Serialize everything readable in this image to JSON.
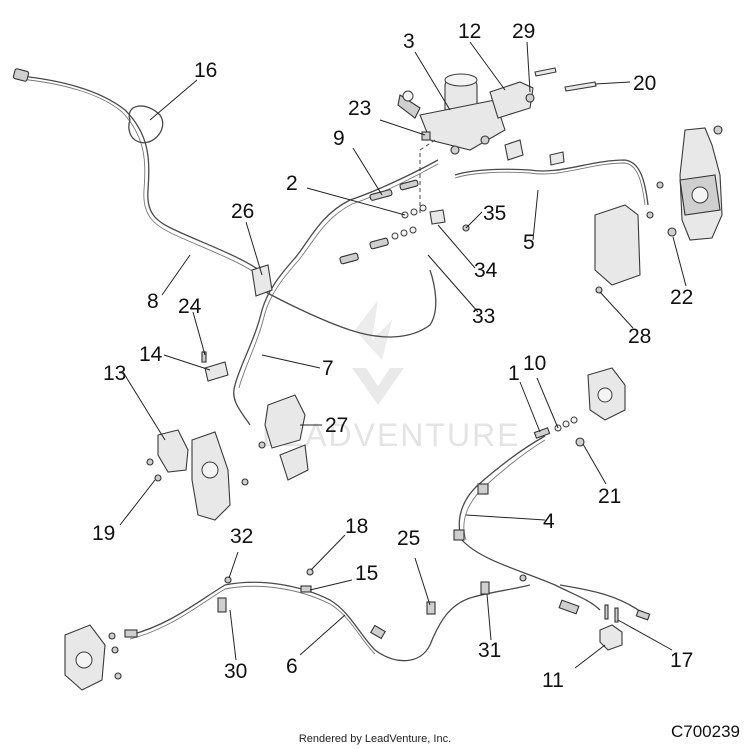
{
  "callouts": [
    {
      "id": "3",
      "label": "3"
    },
    {
      "id": "12",
      "label": "12"
    },
    {
      "id": "29",
      "label": "29"
    },
    {
      "id": "16",
      "label": "16"
    },
    {
      "id": "20",
      "label": "20"
    },
    {
      "id": "23",
      "label": "23"
    },
    {
      "id": "9",
      "label": "9"
    },
    {
      "id": "2",
      "label": "2"
    },
    {
      "id": "26",
      "label": "26"
    },
    {
      "id": "35",
      "label": "35"
    },
    {
      "id": "5",
      "label": "5"
    },
    {
      "id": "8",
      "label": "8"
    },
    {
      "id": "24",
      "label": "24"
    },
    {
      "id": "34",
      "label": "34"
    },
    {
      "id": "22",
      "label": "22"
    },
    {
      "id": "33",
      "label": "33"
    },
    {
      "id": "14",
      "label": "14"
    },
    {
      "id": "28",
      "label": "28"
    },
    {
      "id": "13",
      "label": "13"
    },
    {
      "id": "7",
      "label": "7"
    },
    {
      "id": "1",
      "label": "1"
    },
    {
      "id": "10",
      "label": "10"
    },
    {
      "id": "27",
      "label": "27"
    },
    {
      "id": "21",
      "label": "21"
    },
    {
      "id": "19",
      "label": "19"
    },
    {
      "id": "4",
      "label": "4"
    },
    {
      "id": "32",
      "label": "32"
    },
    {
      "id": "18",
      "label": "18"
    },
    {
      "id": "25",
      "label": "25"
    },
    {
      "id": "15",
      "label": "15"
    },
    {
      "id": "30",
      "label": "30"
    },
    {
      "id": "6",
      "label": "6"
    },
    {
      "id": "31",
      "label": "31"
    },
    {
      "id": "11",
      "label": "11"
    },
    {
      "id": "17",
      "label": "17"
    }
  ],
  "watermark": "LEADVENTURE",
  "footer": {
    "render_note": "Rendered by LeadVenture, Inc.",
    "drawing_code": "C700239"
  }
}
